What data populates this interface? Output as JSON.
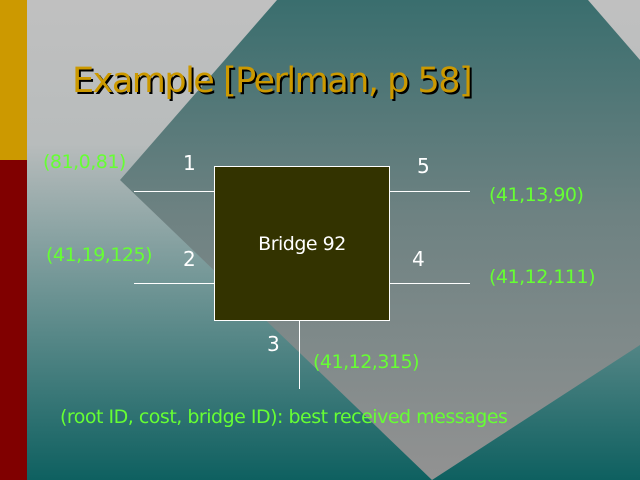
{
  "slide": {
    "title": "Example [Perlman, p 58]",
    "bridge_label": "Bridge 92",
    "ports": [
      {
        "number": "1",
        "message": "(81,0,81)"
      },
      {
        "number": "2",
        "message": "(41,19,125)"
      },
      {
        "number": "3",
        "message": "(41,12,315)"
      },
      {
        "number": "4",
        "message": "(41,12,111)"
      },
      {
        "number": "5",
        "message": "(41,13,90)"
      }
    ],
    "caption": "(root ID, cost, bridge ID): best received messages"
  },
  "colors": {
    "accent": "#cc9900",
    "accent_dark": "#800000",
    "message": "#66ff33",
    "bridge_fill": "#333300"
  }
}
